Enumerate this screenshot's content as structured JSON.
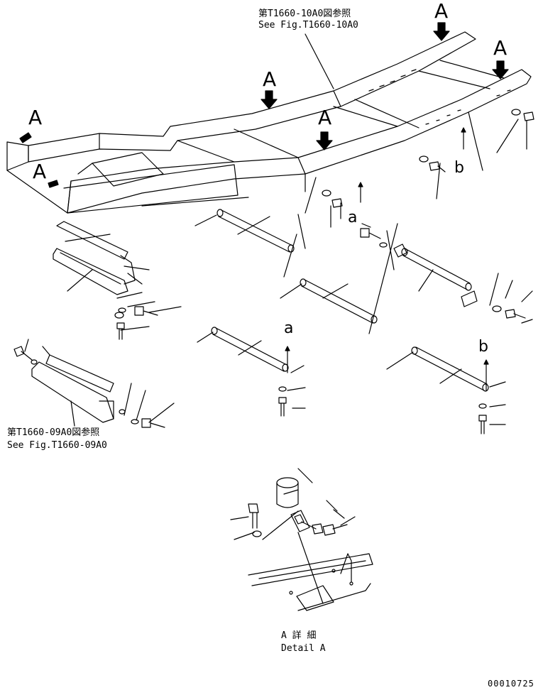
{
  "references": {
    "top": {
      "line1": "第T1660-10A0図参照",
      "line2": "See Fig.T1660-10A0"
    },
    "bottom_left": {
      "line1": "第T1660-09A0図参照",
      "line2": "See Fig.T1660-09A0"
    }
  },
  "callouts": {
    "view_marker": "A",
    "ref_a": "a",
    "ref_b": "b"
  },
  "detail": {
    "line1": "A 詳 細",
    "line2": "Detail A"
  },
  "drawing_number": "00010725"
}
